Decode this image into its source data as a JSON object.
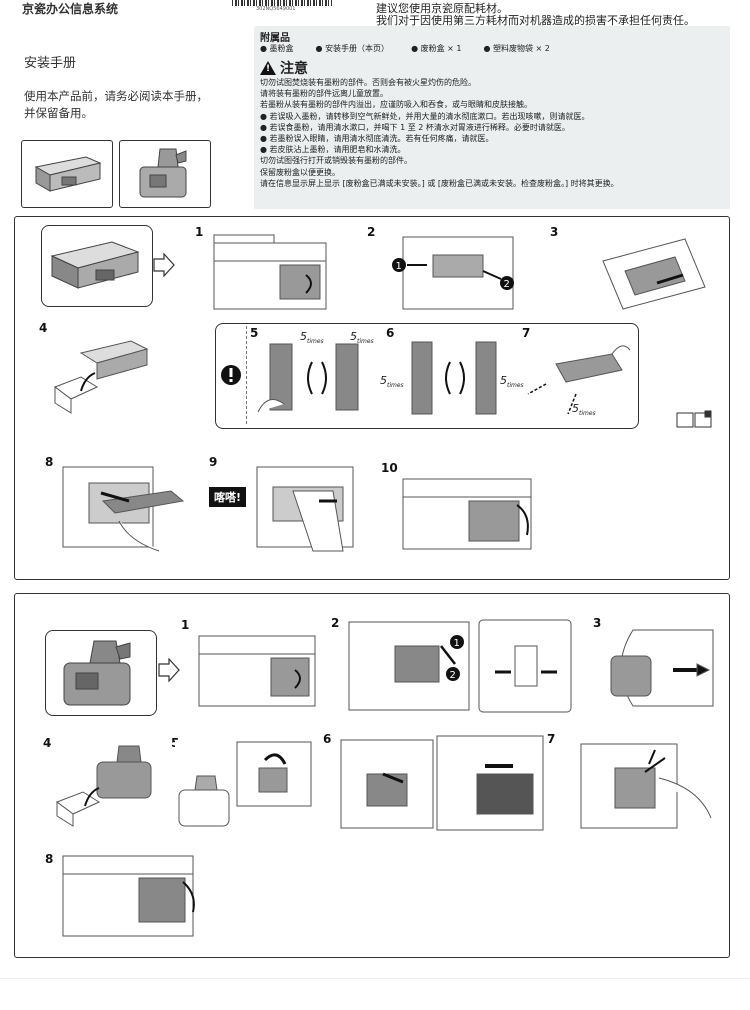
{
  "header": {
    "brand": "京瓷办公信息系统",
    "barcode_number": "302NQ5649001",
    "notes": [
      "建议您使用京瓷原配耗材。",
      "我们对于因使用第三方耗材而对机器造成的损害不承担任何责任。"
    ]
  },
  "guide": {
    "title": "安装手册",
    "description": [
      "使用本产品前，请务必阅读本手册，",
      "并保留备用。"
    ]
  },
  "accessories": {
    "heading": "附属品",
    "items": [
      "墨粉盒",
      "安装手册（本页）",
      "废粉盒 × 1",
      "塑料废物袋 × 2"
    ]
  },
  "caution": {
    "heading": "注意",
    "lines": [
      "切勿试图焚烧装有墨粉的部件。否则会有被火星灼伤的危险。",
      "请将装有墨粉的部件远离儿童放置。",
      "若墨粉从装有墨粉的部件内溢出，应谨防吸入和吞食，或与眼睛和皮肤接触。",
      "● 若误吸入墨粉，请转移到空气新鲜处，并用大量的清水彻底漱口。若出现咳嗽，则请就医。",
      "● 若误食墨粉，请用清水漱口，并喝下 1 至 2 杯清水对胃液进行稀释。必要时请就医。",
      "● 若墨粉误入眼睛，请用清水彻底清洗。若有任何疼痛，请就医。",
      "● 若皮肤沾上墨粉，请用肥皂和水清洗。",
      "切勿试图强行打开或销毁装有墨粉的部件。",
      "保留废粉盒以便更换。",
      "请在信息显示屏上显示 [废粉盒已满或未安装。] 或 [废粉盒已满或未安装。检查废粉盒。] 时将其更换。"
    ]
  },
  "toner_panel": {
    "steps": [
      "1",
      "2",
      "3",
      "4",
      "5",
      "6",
      "7",
      "8",
      "9",
      "10"
    ],
    "shake_label": "5",
    "shake_unit": "times",
    "click_label": "喀嗒!",
    "callouts": [
      "1",
      "2"
    ]
  },
  "waste_panel": {
    "steps": [
      "1",
      "2",
      "3",
      "4",
      "5",
      "6",
      "7",
      "8"
    ],
    "callouts": [
      "1",
      "2"
    ]
  },
  "colors": {
    "panel_border": "#333333",
    "info_bg": "#eceff0",
    "line_art": "#555555"
  }
}
